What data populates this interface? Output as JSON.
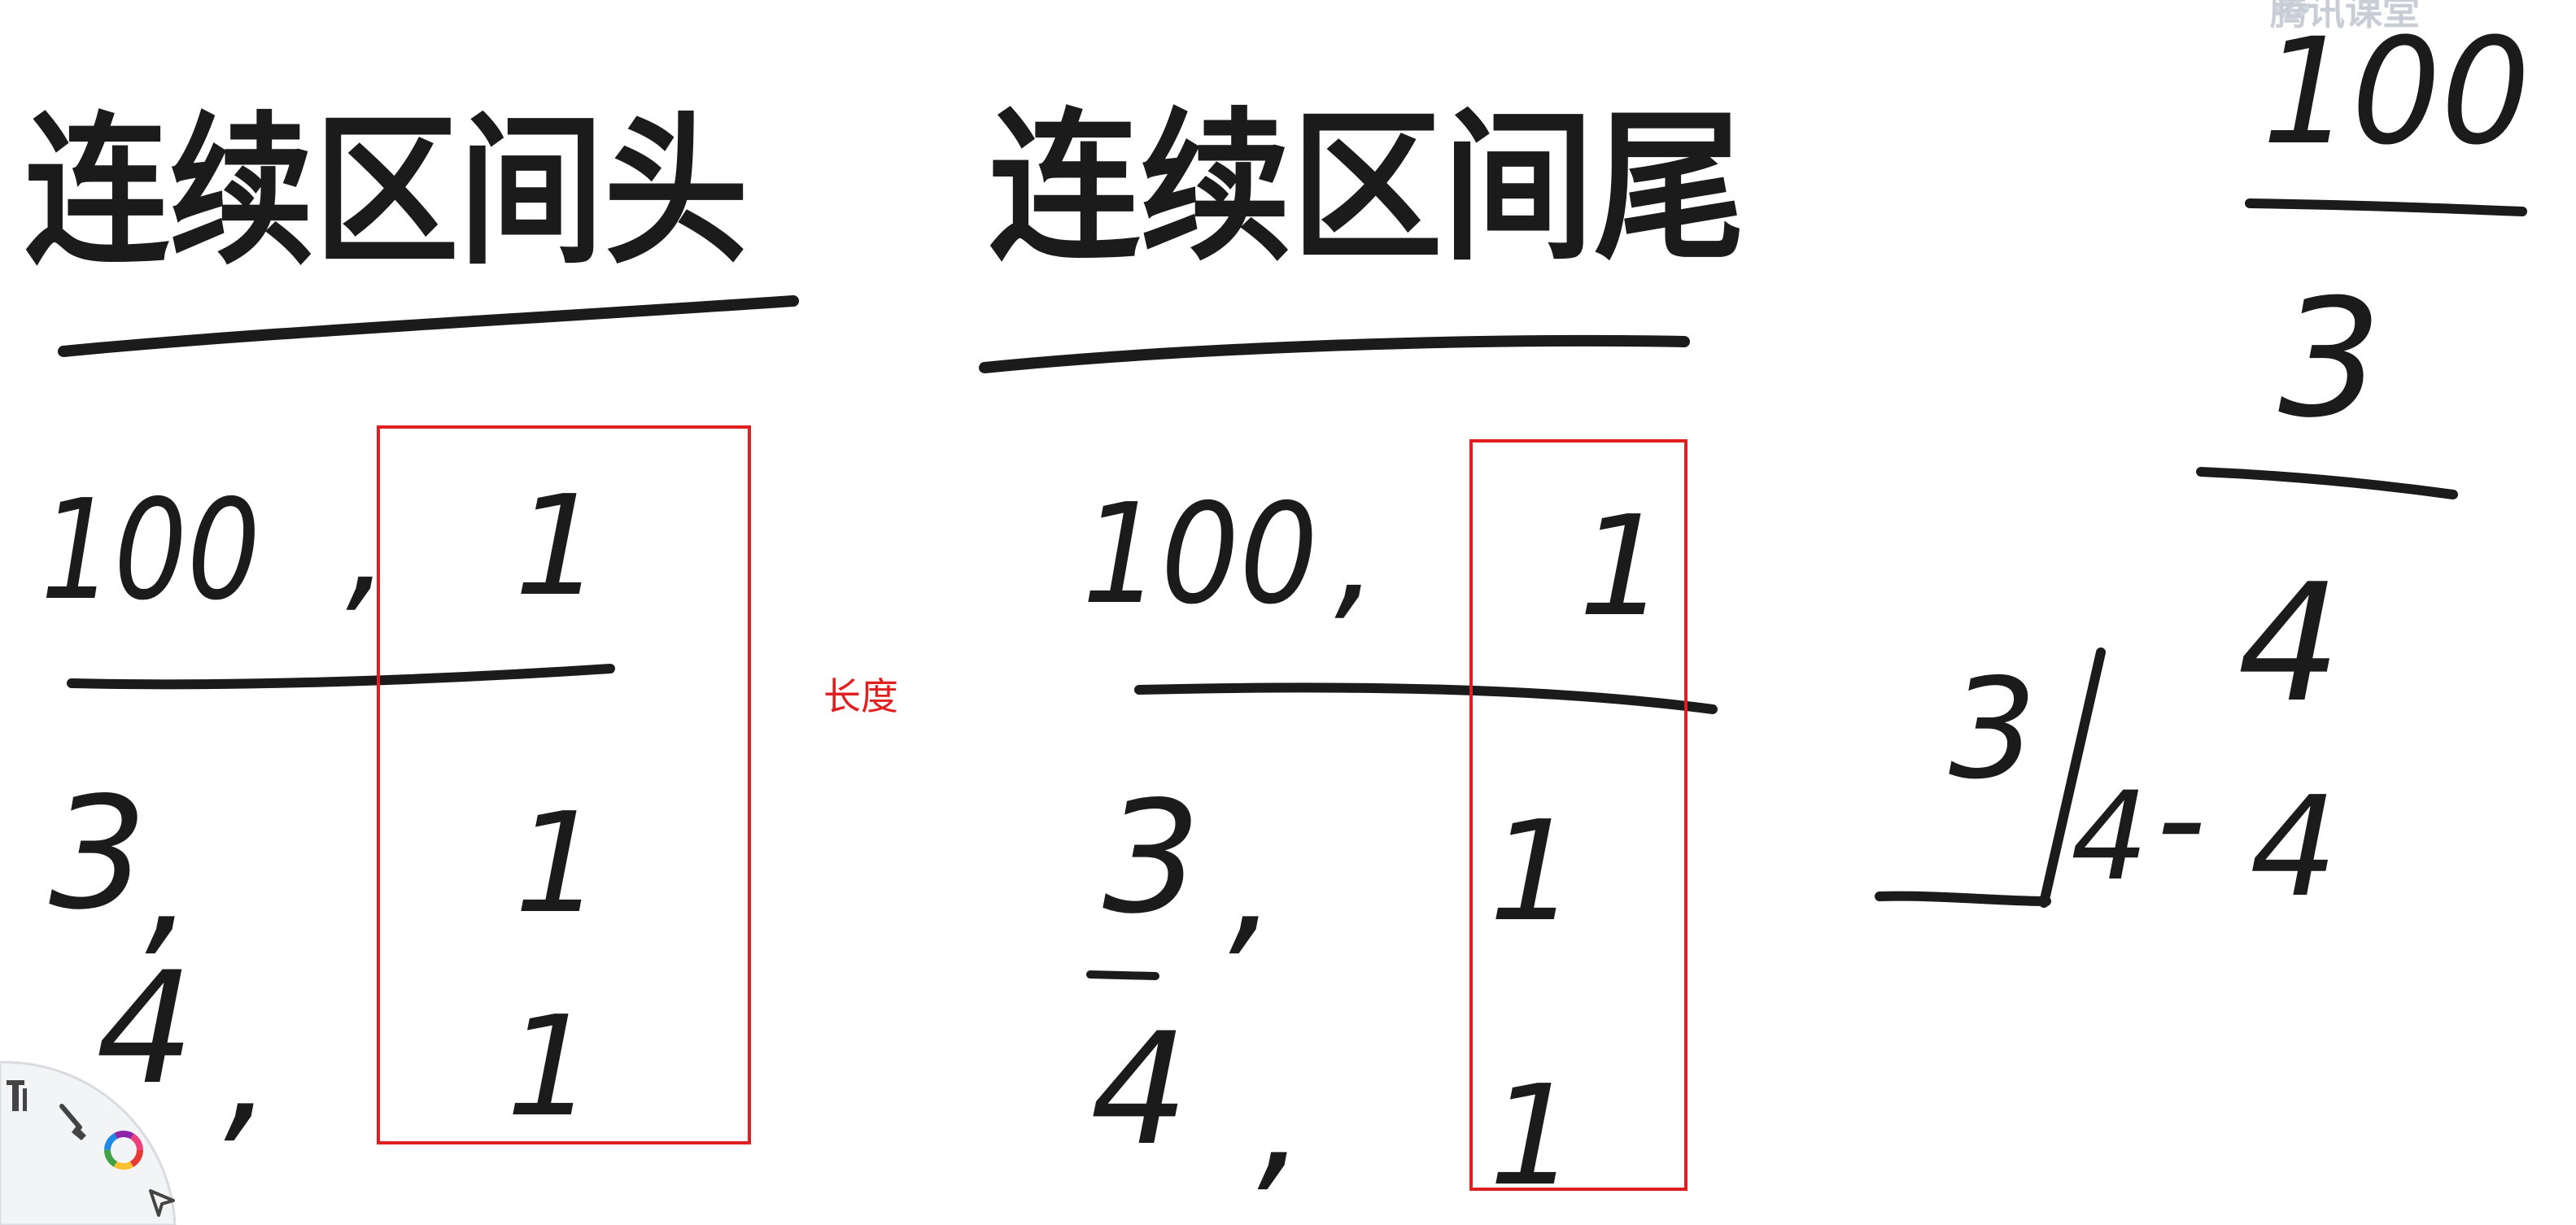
{
  "watermark": {
    "text": "腾讯课堂"
  },
  "left_section": {
    "heading": "连续区间头",
    "rows": [
      {
        "value": "100",
        "sep": ",",
        "length": "1"
      },
      {
        "value": "3",
        "sep": ",",
        "length": "1"
      },
      {
        "value": "4",
        "sep": ",",
        "length": "1"
      }
    ]
  },
  "annotation": {
    "text": "长度",
    "color": "#e02020"
  },
  "middle_section": {
    "heading": "连续区间尾",
    "rows": [
      {
        "value": "100",
        "sep": ",",
        "length": "1"
      },
      {
        "value": "3",
        "sep": ",",
        "length": "1"
      },
      {
        "value": "4",
        "sep": ",",
        "length": "1"
      }
    ]
  },
  "right_section": {
    "column": [
      "100",
      "3",
      "4"
    ],
    "subtraction": {
      "left": "3",
      "a": "4",
      "op": "-",
      "b": "4"
    }
  },
  "toolbar": {
    "icons": [
      "tools-icon",
      "brush-icon",
      "color-wheel-icon",
      "pointer-icon"
    ]
  },
  "colors": {
    "ink": "#1b1b1b",
    "highlight_box": "#e02020",
    "watermark": "#c9ced6"
  }
}
